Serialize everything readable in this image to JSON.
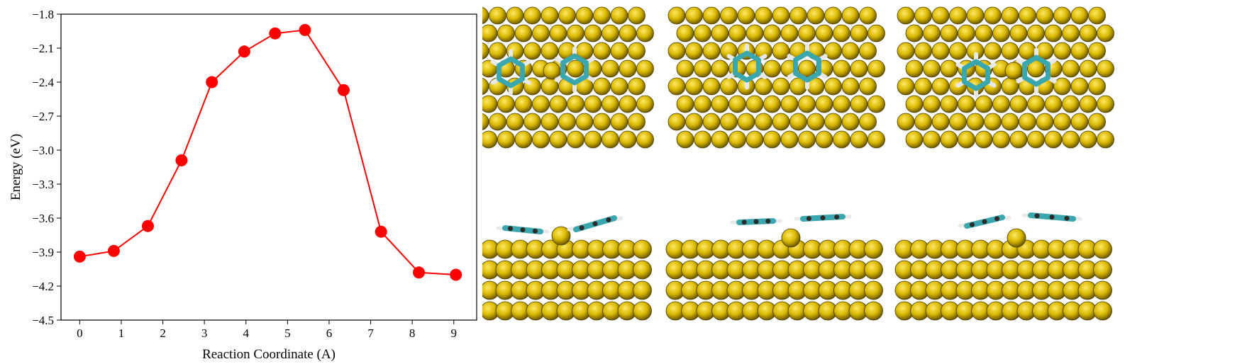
{
  "chart_data": {
    "type": "line",
    "xlabel": "Reaction Coordinate (A)",
    "ylabel": "Energy (eV)",
    "xlim": [
      -0.45,
      9.55
    ],
    "ylim": [
      -4.5,
      -1.8
    ],
    "xticks": [
      0,
      1,
      2,
      3,
      4,
      5,
      6,
      7,
      8,
      9
    ],
    "yticks": [
      -1.8,
      -2.1,
      -2.4,
      -2.7,
      -3.0,
      -3.3,
      -3.6,
      -3.9,
      -4.2,
      -4.5
    ],
    "ytick_labels": [
      "−1.8",
      "−2.1",
      "−2.4",
      "−2.7",
      "−3.0",
      "−3.3",
      "−3.6",
      "−3.9",
      "−4.2",
      "−4.5"
    ],
    "grid": false,
    "legend": "none",
    "series": [
      {
        "color": "#ff0000",
        "marker": "circle",
        "x": [
          0.0,
          0.82,
          1.64,
          2.45,
          3.18,
          3.96,
          4.7,
          5.42,
          6.35,
          7.25,
          8.16,
          9.05
        ],
        "y": [
          -3.94,
          -3.89,
          -3.67,
          -3.09,
          -2.4,
          -2.13,
          -1.97,
          -1.94,
          -2.47,
          -3.72,
          -4.08,
          -4.1
        ]
      }
    ]
  },
  "scenes": {
    "gold_color": "#d9b800",
    "carbon_color": "#3aa6ae",
    "hydrogen_color": "#e8e8e8",
    "top_views": [
      "initial",
      "intermediate",
      "final"
    ],
    "side_views": [
      "initial",
      "intermediate",
      "final"
    ]
  }
}
